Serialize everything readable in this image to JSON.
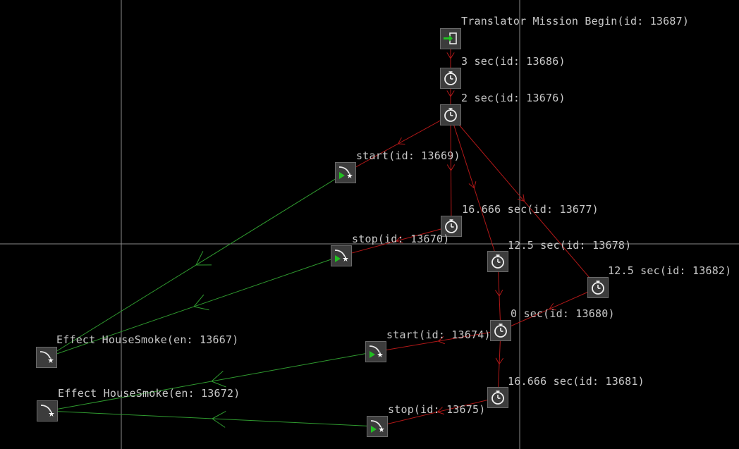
{
  "colors": {
    "background": "#000000",
    "grid_line": "#8a8a8a",
    "edge_red": "#b01818",
    "edge_green": "#2f9a2f",
    "node_fill": "#3c3c3c",
    "label_text": "#c8c8c8"
  },
  "nodes": [
    {
      "id": "n13687",
      "kind": "start",
      "icon": "mission-start-icon",
      "label": "Translator Mission Begin(id: 13687)"
    },
    {
      "id": "n13686",
      "kind": "timer",
      "icon": "clock-icon",
      "label": "3 sec(id: 13686)"
    },
    {
      "id": "n13676",
      "kind": "timer",
      "icon": "clock-icon",
      "label": "2 sec(id: 13676)"
    },
    {
      "id": "n13669",
      "kind": "effect",
      "icon": "effect-play-icon",
      "label": "start(id: 13669)"
    },
    {
      "id": "n13677",
      "kind": "timer",
      "icon": "clock-icon",
      "label": "16.666 sec(id: 13677)"
    },
    {
      "id": "n13670",
      "kind": "effect",
      "icon": "effect-play-icon",
      "label": "stop(id: 13670)"
    },
    {
      "id": "n13678",
      "kind": "timer",
      "icon": "clock-icon",
      "label": "12.5 sec(id: 13678)"
    },
    {
      "id": "n13682",
      "kind": "timer",
      "icon": "clock-icon",
      "label": "12.5 sec(id: 13682)"
    },
    {
      "id": "n13680",
      "kind": "timer",
      "icon": "clock-icon",
      "label": "0 sec(id: 13680)"
    },
    {
      "id": "n13674",
      "kind": "effect",
      "icon": "effect-play-icon",
      "label": "start(id: 13674)"
    },
    {
      "id": "n13681",
      "kind": "timer",
      "icon": "clock-icon",
      "label": "16.666 sec(id: 13681)"
    },
    {
      "id": "n13675",
      "kind": "effect",
      "icon": "effect-play-icon",
      "label": "stop(id: 13675)"
    },
    {
      "id": "n13667",
      "kind": "entity",
      "icon": "effect-entity-icon",
      "label": "Effect HouseSmoke(en: 13667)"
    },
    {
      "id": "n13672",
      "kind": "entity",
      "icon": "effect-entity-icon",
      "label": "Effect HouseSmoke(en: 13672)"
    }
  ],
  "edges": [
    {
      "from": "n13687",
      "to": "n13686",
      "color": "red"
    },
    {
      "from": "n13686",
      "to": "n13676",
      "color": "red"
    },
    {
      "from": "n13676",
      "to": "n13669",
      "color": "red"
    },
    {
      "from": "n13676",
      "to": "n13677",
      "color": "red"
    },
    {
      "from": "n13676",
      "to": "n13678",
      "color": "red"
    },
    {
      "from": "n13676",
      "to": "n13682",
      "color": "red"
    },
    {
      "from": "n13677",
      "to": "n13670",
      "color": "red"
    },
    {
      "from": "n13678",
      "to": "n13680",
      "color": "red"
    },
    {
      "from": "n13682",
      "to": "n13680",
      "color": "red"
    },
    {
      "from": "n13680",
      "to": "n13674",
      "color": "red"
    },
    {
      "from": "n13680",
      "to": "n13681",
      "color": "red"
    },
    {
      "from": "n13681",
      "to": "n13675",
      "color": "red"
    },
    {
      "from": "n13669",
      "to": "n13667",
      "color": "green"
    },
    {
      "from": "n13670",
      "to": "n13667",
      "color": "green"
    },
    {
      "from": "n13674",
      "to": "n13672",
      "color": "green"
    },
    {
      "from": "n13675",
      "to": "n13672",
      "color": "green"
    }
  ]
}
